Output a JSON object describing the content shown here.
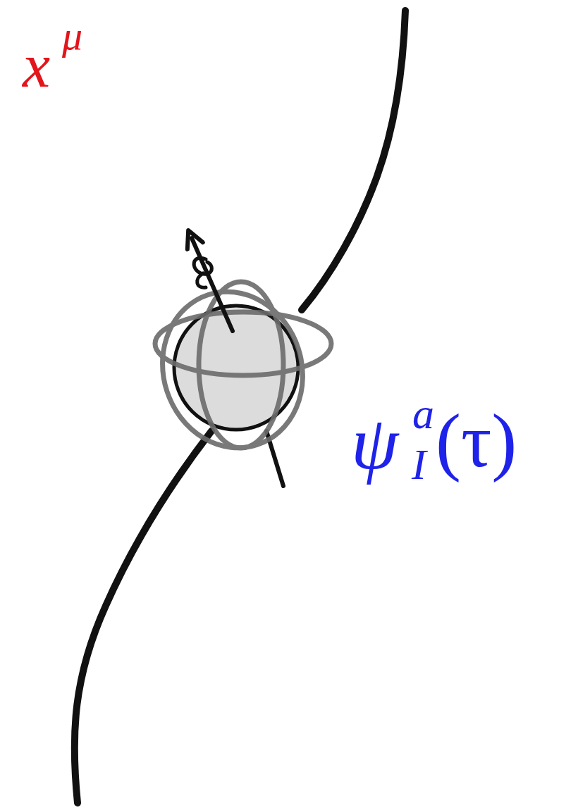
{
  "diagram": {
    "labels": [
      "x",
      "μ",
      "ψ",
      "a",
      "I",
      "(τ)"
    ]
  }
}
